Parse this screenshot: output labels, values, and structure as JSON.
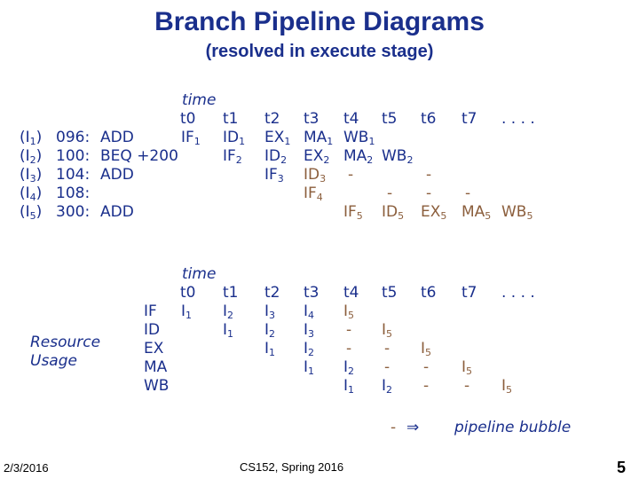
{
  "title": "Branch Pipeline Diagrams",
  "subtitle": "(resolved in execute stage)",
  "diagram1": {
    "time_label": "time",
    "time_headers": [
      "t0",
      "t1",
      "t2",
      "t3",
      "t4",
      "t5",
      "t6",
      "t7",
      ". . . ."
    ],
    "instr_ids": [
      "(I1)",
      "(I2)",
      "(I3)",
      "(I4)",
      "(I5)"
    ],
    "instr_addrs": [
      "096:",
      "100:",
      "104:",
      "108:",
      "300:"
    ],
    "instr_ops": [
      "ADD",
      "BEQ +200",
      "ADD",
      "",
      "ADD"
    ],
    "rows": [
      [
        "IF1",
        "ID1",
        "EX1",
        "MA1",
        "WB1",
        "",
        "",
        ""
      ],
      [
        "",
        "IF2",
        "ID2",
        "EX2",
        "MA2",
        "WB2",
        "",
        ""
      ],
      [
        "",
        "",
        "IF3",
        "ID3",
        "-",
        "-",
        "",
        ""
      ],
      [
        "",
        "",
        "",
        "IF4",
        "-",
        "-",
        "-",
        ""
      ],
      [
        "",
        "",
        "",
        "",
        "IF5",
        "ID5",
        "EX5",
        "MA5",
        "WB5"
      ]
    ]
  },
  "diagram2": {
    "label_line1": "Resource",
    "label_line2": "Usage",
    "time_label": "time",
    "time_headers": [
      "t0",
      "t1",
      "t2",
      "t3",
      "t4",
      "t5",
      "t6",
      "t7",
      ". . . ."
    ],
    "stages": [
      "IF",
      "ID",
      "EX",
      "MA",
      "WB"
    ]
  },
  "legend": {
    "dash": "-",
    "arrow": "⇒",
    "text": "pipeline bubble"
  },
  "footer": {
    "date": "2/3/2016",
    "course": "CS152, Spring 2016",
    "page": "5"
  }
}
